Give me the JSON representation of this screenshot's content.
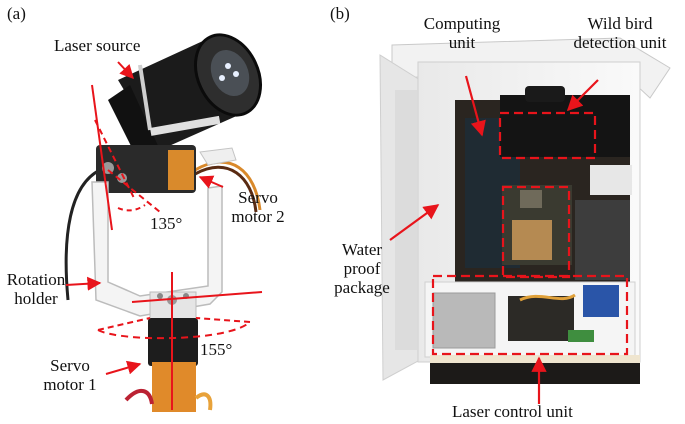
{
  "panels": {
    "a": {
      "tag": "(a)",
      "labels": {
        "laser_source": "Laser source",
        "angle_135": "135°",
        "servo2_line1": "Servo",
        "servo2_line2": "motor 2",
        "rotation_line1": "Rotation",
        "rotation_line2": "holder",
        "angle_155": "155°",
        "servo1_line1": "Servo",
        "servo1_line2": "motor 1"
      }
    },
    "b": {
      "tag": "(b)",
      "labels": {
        "computing_line1": "Computing",
        "computing_line2": "unit",
        "wildbird_line1": "Wild bird",
        "wildbird_line2": "detection unit",
        "water_line1": "Water",
        "water_line2": "proof",
        "water_line3": "package",
        "laser_control": "Laser control unit"
      }
    }
  },
  "colors": {
    "annotation": "#e8141b",
    "text": "#111111"
  }
}
